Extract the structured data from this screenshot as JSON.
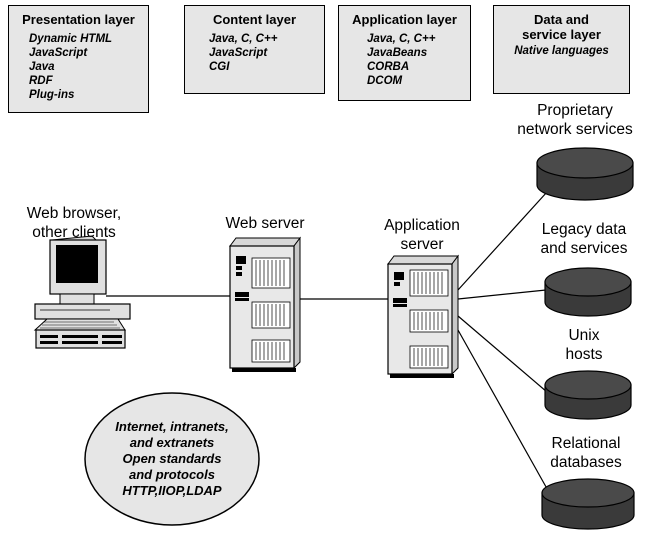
{
  "layers": [
    {
      "title": [
        "Presentation layer"
      ],
      "items": [
        "Dynamic HTML",
        "JavaScript",
        "Java",
        "RDF",
        "Plug-ins"
      ]
    },
    {
      "title": [
        "Content layer"
      ],
      "items": [
        "Java, C, C++",
        "JavaScript",
        "CGI"
      ]
    },
    {
      "title": [
        "Application layer"
      ],
      "items": [
        "Java, C, C++",
        "JavaBeans",
        "CORBA",
        "DCOM"
      ]
    },
    {
      "title": [
        "Data and",
        "service layer"
      ],
      "items": [
        "Native languages"
      ]
    }
  ],
  "nodes": {
    "client": [
      "Web browser,",
      "other clients"
    ],
    "web_server": [
      "Web server"
    ],
    "app_server": [
      "Application",
      "server"
    ]
  },
  "data_sources": [
    [
      "Proprietary",
      "network services"
    ],
    [
      "Legacy data",
      "and services"
    ],
    [
      "Unix",
      "hosts"
    ],
    [
      "Relational",
      "databases"
    ]
  ],
  "network_note": [
    "Internet, intranets,",
    "and extranets",
    "Open standards",
    "and protocols",
    "HTTP,IIOP,LDAP"
  ],
  "colors": {
    "box_fill": "#e6e6e6",
    "disk_fill": "#3a3a3a",
    "ellipse_fill": "#e6e6e6"
  }
}
